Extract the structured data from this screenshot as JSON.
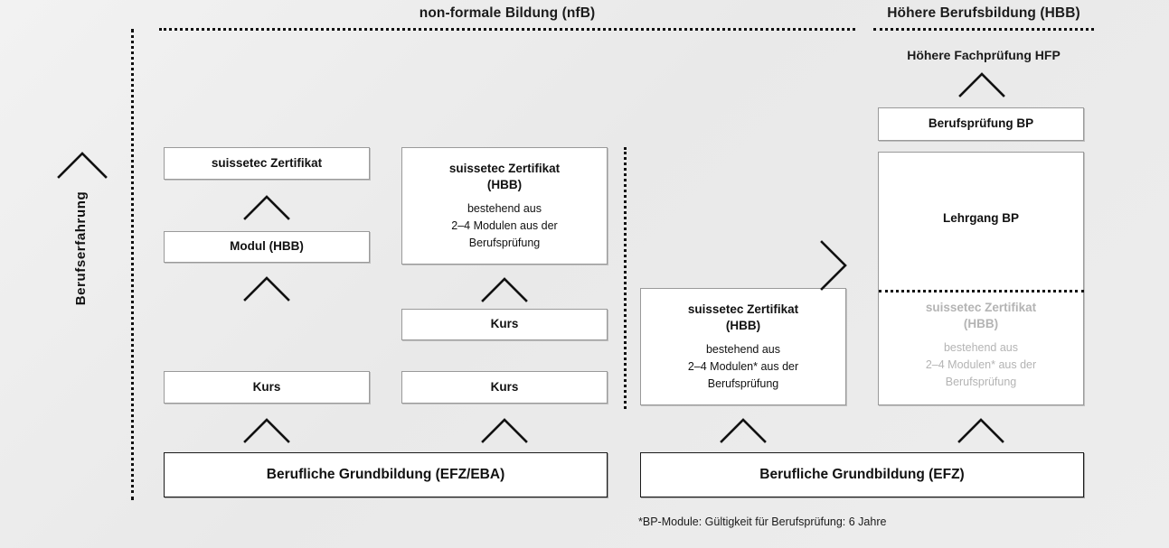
{
  "headers": {
    "nfb": "non-formale Bildung (nfB)",
    "hbb": "Höhere Berufsbildung (HBB)",
    "hfp": "Höhere Fachprüfung HFP"
  },
  "side_label": "Berufserfahrung",
  "column1": {
    "zertifikat": "suissetec Zertifikat",
    "modul": "Modul (HBB)",
    "kurs": "Kurs"
  },
  "column2": {
    "zertifikat_title": "suissetec Zertifikat",
    "zertifikat_title2": "(HBB)",
    "zertifikat_sub1": "bestehend aus",
    "zertifikat_sub2": "2–4 Modulen aus der",
    "zertifikat_sub3": "Berufsprüfung",
    "kurs_upper": "Kurs",
    "kurs_lower": "Kurs"
  },
  "column3": {
    "zertifikat_title": "suissetec Zertifikat",
    "zertifikat_title2": "(HBB)",
    "zertifikat_sub1": "bestehend aus",
    "zertifikat_sub2": "2–4 Modulen* aus der",
    "zertifikat_sub3": "Berufsprüfung"
  },
  "column4": {
    "berufspruefung": "Berufsprüfung BP",
    "lehrgang": "Lehrgang BP",
    "ghost_title": "suissetec Zertifikat",
    "ghost_title2": "(HBB)",
    "ghost_sub1": "bestehend aus",
    "ghost_sub2": "2–4 Modulen* aus der",
    "ghost_sub3": "Berufsprüfung"
  },
  "base_left": "Berufliche Grundbildung (EFZ/EBA)",
  "base_right": "Berufliche Grundbildung (EFZ)",
  "footnote": "*BP-Module: Gültigkeit für Berufsprüfung:  6 Jahre",
  "colors": {
    "ink": "#111111",
    "muted": "#b4b4b4",
    "box_border": "#9a9a9a",
    "background": "#ececec"
  }
}
